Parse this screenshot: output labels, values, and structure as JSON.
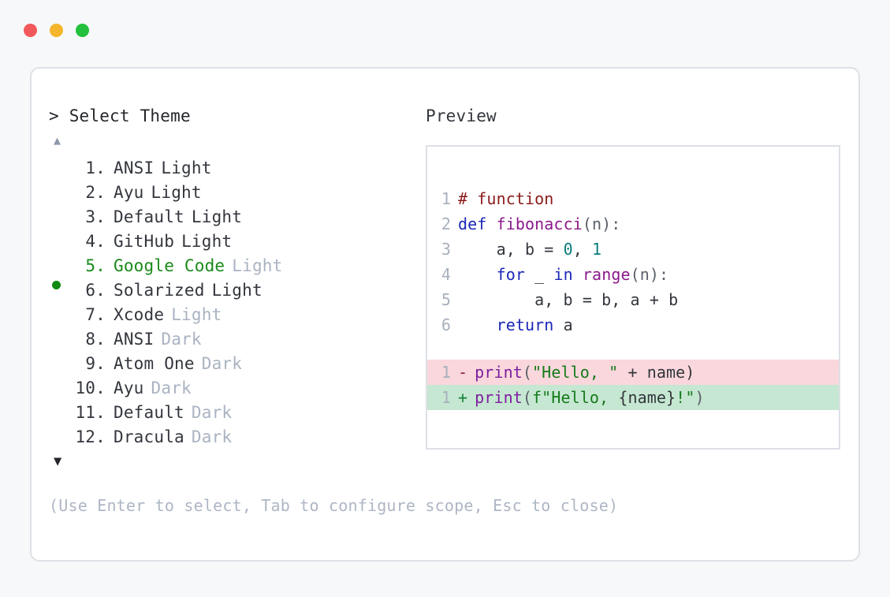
{
  "window": {
    "dots": [
      {
        "name": "close",
        "color": "#f2595a"
      },
      {
        "name": "minimize",
        "color": "#f5b52a"
      },
      {
        "name": "maximize",
        "color": "#22c03c"
      }
    ]
  },
  "left": {
    "prompt_caret": ">",
    "prompt_label": "Select Theme",
    "scroll_up_icon": "▲",
    "scroll_down_icon": "▼",
    "selected_index": 5,
    "selection_dot_color": "#108a10",
    "items": [
      {
        "num": "1.",
        "name": "ANSI",
        "variant": "Light",
        "variant_muted": false,
        "selected": false
      },
      {
        "num": "2.",
        "name": "Ayu",
        "variant": "Light",
        "variant_muted": false,
        "selected": false
      },
      {
        "num": "3.",
        "name": "Default",
        "variant": "Light",
        "variant_muted": false,
        "selected": false
      },
      {
        "num": "4.",
        "name": "GitHub",
        "variant": "Light",
        "variant_muted": false,
        "selected": false
      },
      {
        "num": "5.",
        "name": "Google Code",
        "variant": "Light",
        "variant_muted": true,
        "selected": true
      },
      {
        "num": "6.",
        "name": "Solarized",
        "variant": "Light",
        "variant_muted": false,
        "selected": false
      },
      {
        "num": "7.",
        "name": "Xcode",
        "variant": "Light",
        "variant_muted": true,
        "selected": false
      },
      {
        "num": "8.",
        "name": "ANSI",
        "variant": "Dark",
        "variant_muted": true,
        "selected": false
      },
      {
        "num": "9.",
        "name": "Atom One",
        "variant": "Dark",
        "variant_muted": true,
        "selected": false
      },
      {
        "num": "10.",
        "name": "Ayu",
        "variant": "Dark",
        "variant_muted": true,
        "selected": false
      },
      {
        "num": "11.",
        "name": "Default",
        "variant": "Dark",
        "variant_muted": true,
        "selected": false
      },
      {
        "num": "12.",
        "name": "Dracula",
        "variant": "Dark",
        "variant_muted": true,
        "selected": false
      }
    ],
    "hint": "(Use Enter to select, Tab to configure scope, Esc to close)"
  },
  "right": {
    "preview_label": "Preview",
    "code_lines": [
      {
        "num": "1",
        "tokens": [
          {
            "t": "# function",
            "c": "tok-comment"
          }
        ]
      },
      {
        "num": "2",
        "tokens": [
          {
            "t": "def ",
            "c": "tok-keyword"
          },
          {
            "t": "fibonacci",
            "c": "tok-func"
          },
          {
            "t": "(n):",
            "c": "tok-punct"
          }
        ]
      },
      {
        "num": "3",
        "tokens": [
          {
            "t": "    a, b = ",
            "c": "tok-plain"
          },
          {
            "t": "0",
            "c": "tok-number"
          },
          {
            "t": ", ",
            "c": "tok-plain"
          },
          {
            "t": "1",
            "c": "tok-number"
          }
        ]
      },
      {
        "num": "4",
        "tokens": [
          {
            "t": "    ",
            "c": "tok-plain"
          },
          {
            "t": "for",
            "c": "tok-keyword"
          },
          {
            "t": " _ ",
            "c": "tok-plain"
          },
          {
            "t": "in",
            "c": "tok-keyword"
          },
          {
            "t": " ",
            "c": "tok-plain"
          },
          {
            "t": "range",
            "c": "tok-func"
          },
          {
            "t": "(n):",
            "c": "tok-punct"
          }
        ]
      },
      {
        "num": "5",
        "tokens": [
          {
            "t": "        a, b = b, a + b",
            "c": "tok-plain"
          }
        ]
      },
      {
        "num": "6",
        "tokens": [
          {
            "t": "    ",
            "c": "tok-plain"
          },
          {
            "t": "return",
            "c": "tok-keyword"
          },
          {
            "t": " a",
            "c": "tok-plain"
          }
        ]
      }
    ],
    "diff_lines": [
      {
        "num": "1",
        "sign": "-",
        "kind": "del",
        "tokens": [
          {
            "t": "print",
            "c": "tok-builtin"
          },
          {
            "t": "(",
            "c": "tok-punct"
          },
          {
            "t": "\"Hello, \"",
            "c": "tok-string"
          },
          {
            "t": " + name)",
            "c": "tok-plain"
          }
        ]
      },
      {
        "num": "1",
        "sign": "+",
        "kind": "add",
        "tokens": [
          {
            "t": "print",
            "c": "tok-builtin"
          },
          {
            "t": "(",
            "c": "tok-punct"
          },
          {
            "t": "f\"Hello, ",
            "c": "tok-string"
          },
          {
            "t": "{name}",
            "c": "tok-plain"
          },
          {
            "t": "!\"",
            "c": "tok-string"
          },
          {
            "t": ")",
            "c": "tok-punct"
          }
        ]
      }
    ],
    "diff_colors": {
      "deleted_bg": "#f9d7dc",
      "added_bg": "#c6e7d2"
    }
  }
}
